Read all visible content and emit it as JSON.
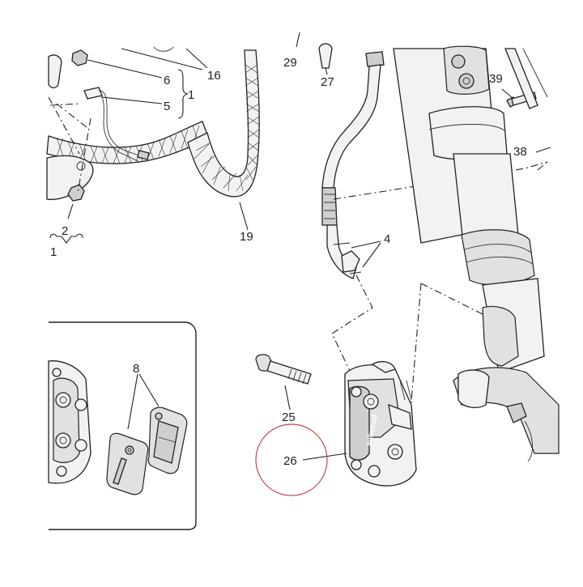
{
  "callouts": {
    "c1a": "1",
    "c1b": "1",
    "c2": "2",
    "c4": "4",
    "c5": "5",
    "c6": "6",
    "c8": "8",
    "c16": "16",
    "c19": "19",
    "c25": "25",
    "c26": "26",
    "c27": "27",
    "c29": "29",
    "c38": "38",
    "c39": "39"
  },
  "colors": {
    "highlight_circle": "#c0464b",
    "line": "#222222"
  }
}
